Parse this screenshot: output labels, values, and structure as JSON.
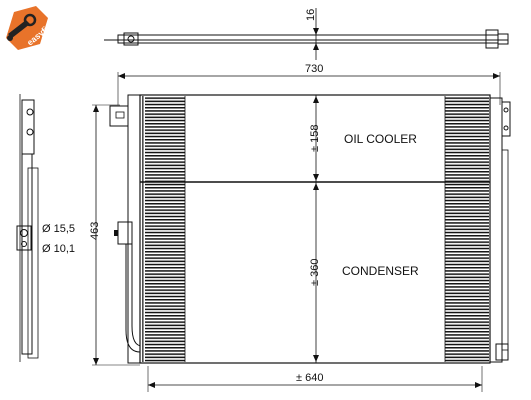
{
  "logo": {
    "brand": "easyfit",
    "color": "#e8732a"
  },
  "dimensions": {
    "top_thickness": "16",
    "overall_width": "730",
    "core_width": "± 640",
    "overall_height": "463",
    "oil_cooler_height": "± 158",
    "condenser_height": "± 360",
    "inlet_diameter": "Ø 15,5",
    "outlet_diameter": "Ø 10,1"
  },
  "sections": {
    "oil_cooler": "OIL COOLER",
    "condenser": "CONDENSER"
  }
}
